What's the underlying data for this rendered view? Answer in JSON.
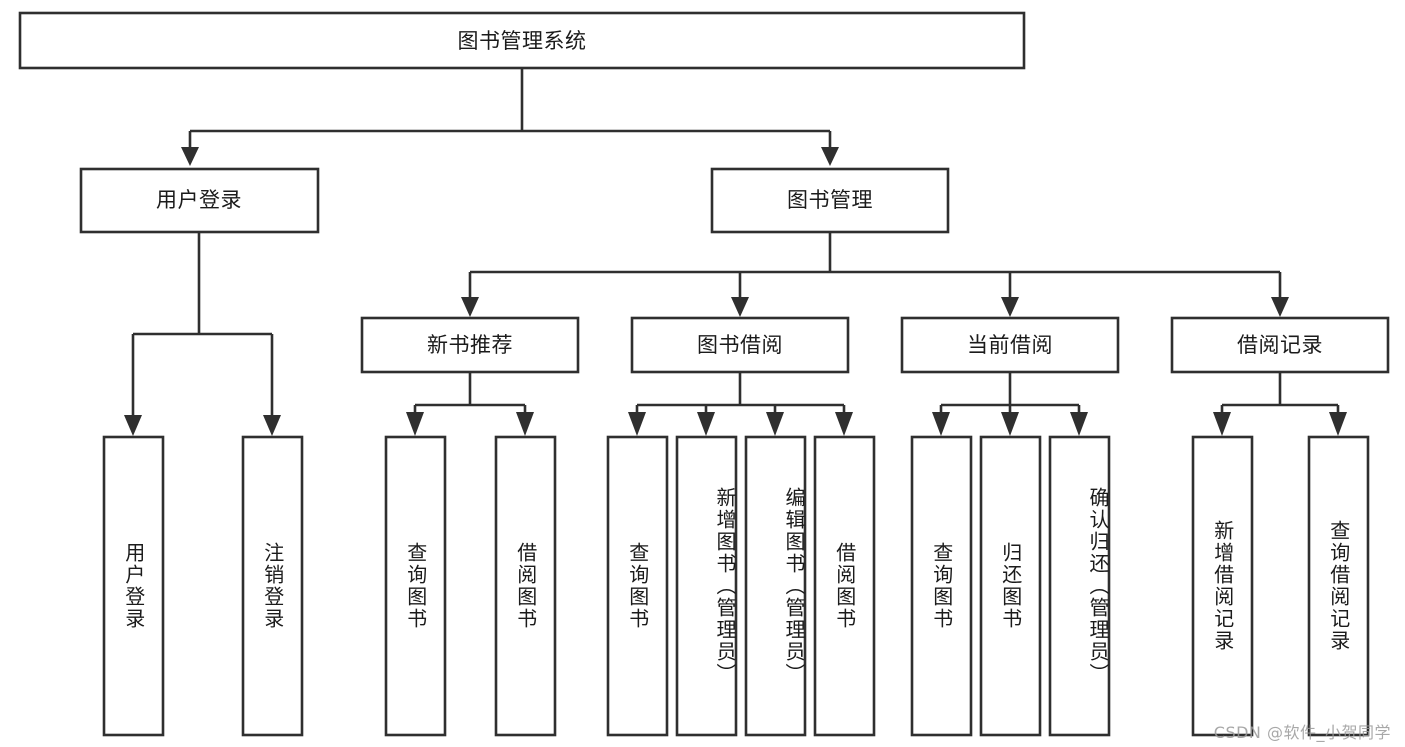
{
  "diagram": {
    "type": "tree",
    "title": "图书管理系统",
    "orientation": "top-down",
    "background_color": "#ffffff",
    "stroke_color": "#2f2f2f",
    "text_color": "#1b1b1b",
    "root": {
      "id": "root",
      "label": "图书管理系统",
      "text_orientation": "horizontal"
    },
    "level2": [
      {
        "id": "user-login",
        "label": "用户登录",
        "text_orientation": "horizontal"
      },
      {
        "id": "book-manage",
        "label": "图书管理",
        "text_orientation": "horizontal"
      }
    ],
    "level3": [
      {
        "id": "new-book-recommend",
        "label": "新书推荐",
        "parent": "book-manage",
        "text_orientation": "horizontal"
      },
      {
        "id": "book-borrow",
        "label": "图书借阅",
        "parent": "book-manage",
        "text_orientation": "horizontal"
      },
      {
        "id": "current-borrow",
        "label": "当前借阅",
        "parent": "book-manage",
        "text_orientation": "horizontal"
      },
      {
        "id": "borrow-record",
        "label": "借阅记录",
        "parent": "book-manage",
        "text_orientation": "horizontal"
      }
    ],
    "leaves": [
      {
        "id": "leaf-user-login",
        "label": "用户登录",
        "parent": "user-login",
        "text_orientation": "vertical"
      },
      {
        "id": "leaf-user-logout",
        "label": "注销登录",
        "parent": "user-login",
        "text_orientation": "vertical"
      },
      {
        "id": "leaf-query-book-1",
        "label": "查询图书",
        "parent": "new-book-recommend",
        "text_orientation": "vertical"
      },
      {
        "id": "leaf-borrow-book-1",
        "label": "借阅图书",
        "parent": "new-book-recommend",
        "text_orientation": "vertical"
      },
      {
        "id": "leaf-query-book-2",
        "label": "查询图书",
        "parent": "book-borrow",
        "text_orientation": "vertical"
      },
      {
        "id": "leaf-add-book",
        "label": "新增图书（管理员）",
        "parent": "book-borrow",
        "text_orientation": "vertical"
      },
      {
        "id": "leaf-edit-book",
        "label": "编辑图书（管理员）",
        "parent": "book-borrow",
        "text_orientation": "vertical"
      },
      {
        "id": "leaf-borrow-book-2",
        "label": "借阅图书",
        "parent": "book-borrow",
        "text_orientation": "vertical"
      },
      {
        "id": "leaf-query-book-3",
        "label": "查询图书",
        "parent": "current-borrow",
        "text_orientation": "vertical"
      },
      {
        "id": "leaf-return-book",
        "label": "归还图书",
        "parent": "current-borrow",
        "text_orientation": "vertical"
      },
      {
        "id": "leaf-confirm-return",
        "label": "确认归还（管理员）",
        "parent": "current-borrow",
        "text_orientation": "vertical"
      },
      {
        "id": "leaf-add-record",
        "label": "新增借阅记录",
        "parent": "borrow-record",
        "text_orientation": "vertical"
      },
      {
        "id": "leaf-query-record",
        "label": "查询借阅记录",
        "parent": "borrow-record",
        "text_orientation": "vertical"
      }
    ]
  },
  "watermark": {
    "text": "CSDN @软件_小贺同学"
  }
}
